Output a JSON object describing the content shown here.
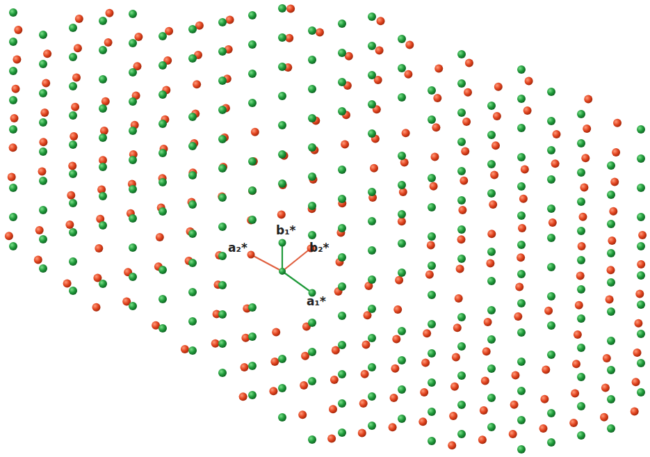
{
  "diagram": {
    "labels": [
      "b₁*",
      "a₂*",
      "b₂*",
      "a₁*"
    ]
  }
}
